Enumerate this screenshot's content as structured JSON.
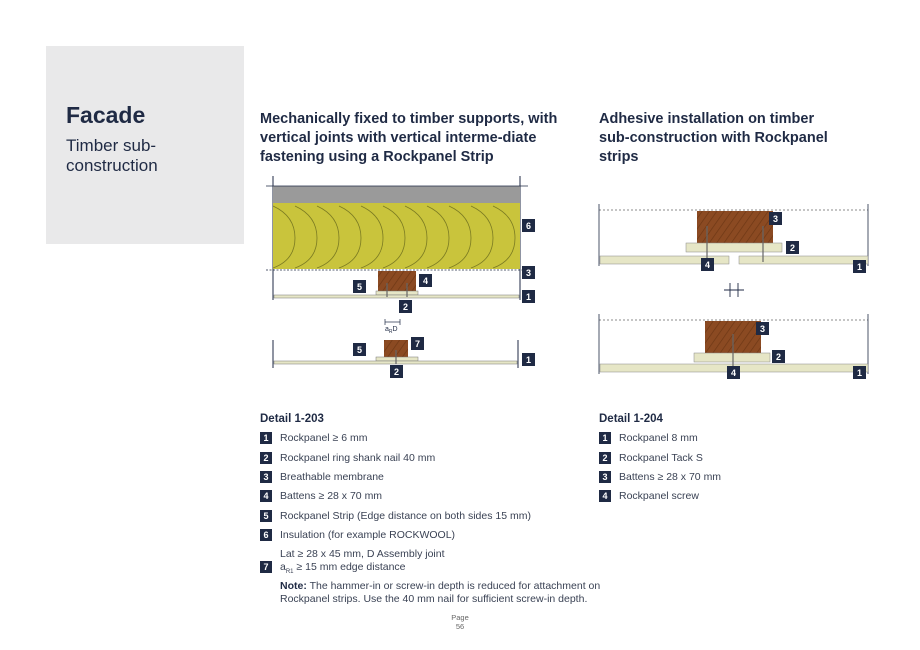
{
  "section": {
    "title": "Facade",
    "subtitle": "Timber sub-construction"
  },
  "left": {
    "heading": "Mechanically fixed to timber supports, with vertical joints with vertical interme-diate fastening using a Rockpanel Strip",
    "detail_title": "Detail 1-203",
    "dimension_label": "a",
    "dimension_sub": "R",
    "dimension_suffix": "D",
    "legend": [
      {
        "num": "1",
        "text": "Rockpanel ≥ 6 mm"
      },
      {
        "num": "2",
        "text": "Rockpanel ring shank nail 40 mm"
      },
      {
        "num": "3",
        "text": "Breathable membrane"
      },
      {
        "num": "4",
        "text": "Battens ≥ 28 x 70 mm"
      },
      {
        "num": "5",
        "text": "Rockpanel Strip (Edge distance on both sides 15 mm)"
      },
      {
        "num": "6",
        "text": "Insulation (for example ROCKWOOL)"
      },
      {
        "num": "7",
        "line1": "Lat ≥ 28 x 45 mm, D     Assembly joint",
        "line2_pre": "a",
        "line2_sub": "R1",
        "line2_post": " ≥ 15 mm edge distance"
      }
    ],
    "note_label": "Note:",
    "note_text": "The hammer-in or screw-in depth is reduced for attachment on Rockpanel strips. Use the 40 mm nail for sufficient screw-in depth."
  },
  "right": {
    "heading": "Adhesive installation on timber sub-construction with Rockpanel strips",
    "detail_title": "Detail 1-204",
    "legend": [
      {
        "num": "1",
        "text": "Rockpanel 8 mm"
      },
      {
        "num": "2",
        "text": "Rockpanel Tack S"
      },
      {
        "num": "3",
        "text": "Battens ≥ 28 x 70 mm"
      },
      {
        "num": "4",
        "text": "Rockpanel screw"
      }
    ]
  },
  "callouts": {
    "n1": "1",
    "n2": "2",
    "n3": "3",
    "n4": "4",
    "n5": "5",
    "n6": "6",
    "n7": "7"
  },
  "page": {
    "label": "Page",
    "number": "56"
  },
  "colors": {
    "navy": "#1f2a44",
    "insulation": "#c9c43c",
    "timber": "#8b4a22",
    "panel": "#e6e6c6",
    "membrane": "#9a9a9a"
  }
}
